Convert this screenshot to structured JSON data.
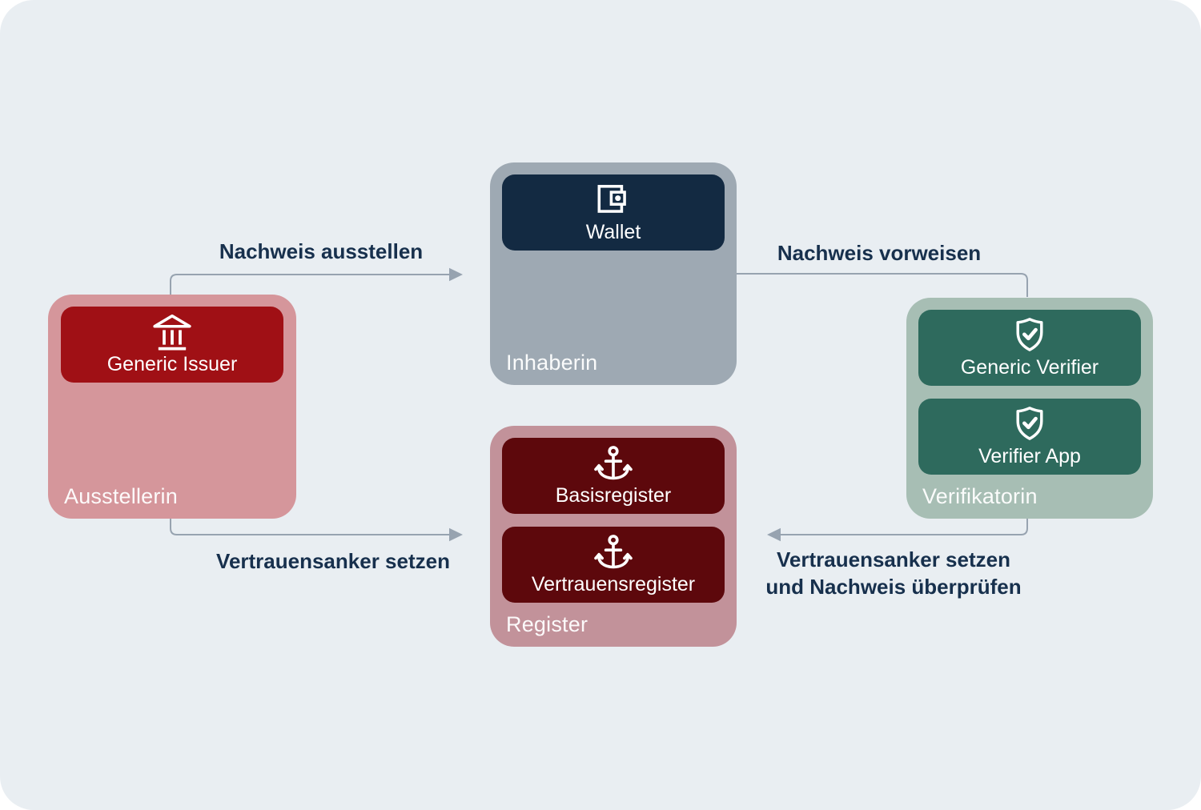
{
  "colors": {
    "canvas-bg": "#E9EEF2",
    "arrow-line": "#97A3B0",
    "arrow-text": "#17304D",
    "label-text": "#FFFFFF",
    "wallet-fill": "#132A42"
  },
  "actors": [
    {
      "id": "ausstellerin",
      "label": "Ausstellerin",
      "container_color": "#D5969B",
      "boxes": [
        {
          "label": "Generic Issuer",
          "icon": "bank-icon",
          "color": "#A01015"
        }
      ]
    },
    {
      "id": "inhaberin",
      "label": "Inhaberin",
      "container_color": "#9EA9B3",
      "boxes": [
        {
          "label": "Wallet",
          "icon": "wallet-icon",
          "color": "#132A42"
        }
      ]
    },
    {
      "id": "verifikatorin",
      "label": "Verifikatorin",
      "container_color": "#A7BEB4",
      "boxes": [
        {
          "label": "Generic Verifier",
          "icon": "shield-check-icon",
          "color": "#2E6A5D"
        },
        {
          "label": "Verifier App",
          "icon": "shield-check-icon",
          "color": "#2E6A5D"
        }
      ]
    },
    {
      "id": "register",
      "label": "Register",
      "container_color": "#C2929A",
      "boxes": [
        {
          "label": "Basisregister",
          "icon": "anchor-icon",
          "color": "#5D080C"
        },
        {
          "label": "Vertrauensregister",
          "icon": "anchor-icon",
          "color": "#5D080C"
        }
      ]
    }
  ],
  "arrows": {
    "issue": {
      "from": "ausstellerin",
      "to": "inhaberin",
      "label": "Nachweis ausstellen"
    },
    "present": {
      "from": "inhaberin",
      "to": "verifikatorin",
      "label": "Nachweis vorweisen"
    },
    "trust_anchor": {
      "from": "ausstellerin",
      "to": "register",
      "label": "Vertrauensanker setzen"
    },
    "verify": {
      "from": "verifikatorin",
      "to": "register",
      "label_line1": "Vertrauensanker setzen",
      "label_line2": "und Nachweis überprüfen"
    }
  }
}
